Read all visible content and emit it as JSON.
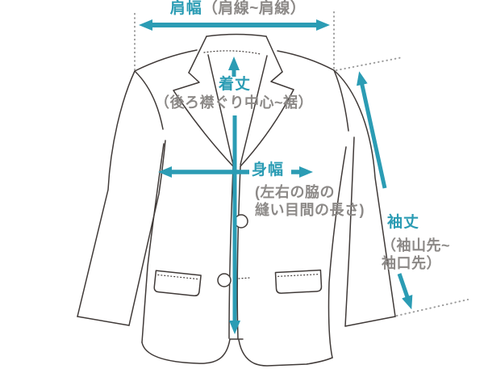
{
  "diagram_title": "jacket-measurement-guide",
  "colors": {
    "accent_teal": "#2B9CB4",
    "label_gray": "#8C8987",
    "garment_line": "#403A38",
    "guide_dots": "#9A9A9A",
    "background": "#FFFFFF"
  },
  "labels": {
    "shoulder_width": {
      "name": "肩幅",
      "detail": "（肩線~肩線）"
    },
    "body_length": {
      "name": "着丈",
      "detail": "（後ろ襟ぐり中心~裾）"
    },
    "body_width": {
      "name": "身幅",
      "detail_line1": "(左右の脇の",
      "detail_line2": "縫い目間の長さ)"
    },
    "sleeve_length": {
      "name": "袖丈",
      "detail_line1": "（袖山先~",
      "detail_line2": "袖口先）"
    }
  }
}
